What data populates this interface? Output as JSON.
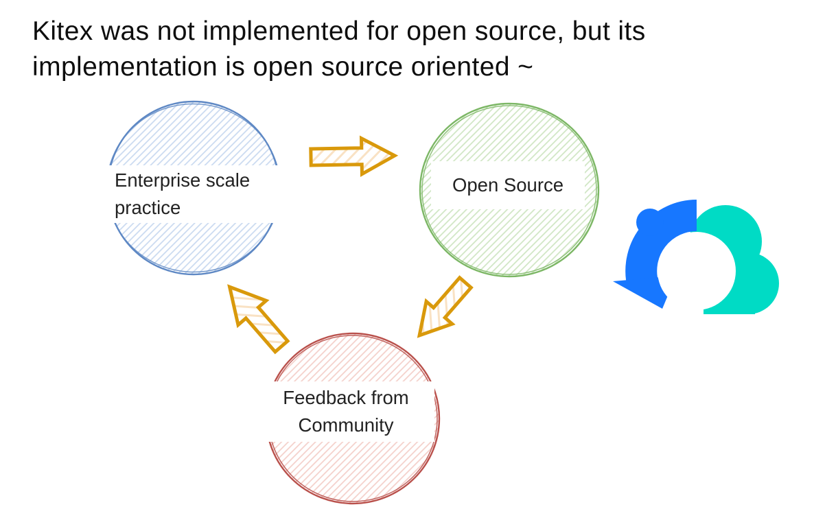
{
  "title": {
    "lines": [
      "Kitex was not implemented for open source, but its",
      "implementation is open source oriented ~"
    ]
  },
  "diagram": {
    "nodes": [
      {
        "id": "enterprise-scale-practice",
        "lines": [
          "Enterprise scale",
          "practice"
        ],
        "stroke_color": "#5E88C4",
        "hatch_color": "#C8D9F0"
      },
      {
        "id": "open-source",
        "lines": [
          "Open Source"
        ],
        "stroke_color": "#7CB765",
        "hatch_color": "#CEE5C2"
      },
      {
        "id": "feedback-from-community",
        "lines": [
          "Feedback from",
          "Community"
        ],
        "stroke_color": "#B9504B",
        "hatch_color": "#F4CFC9"
      }
    ],
    "arrows": [
      {
        "from": "enterprise-scale-practice",
        "to": "open-source"
      },
      {
        "from": "open-source",
        "to": "feedback-from-community"
      },
      {
        "from": "feedback-from-community",
        "to": "enterprise-scale-practice"
      }
    ],
    "arrow_color": "#D9990B",
    "arrow_hatch_color": "#F9E2C4"
  },
  "logo": {
    "name": "cloudwego-cloud-logo",
    "blue": "#1777FF",
    "teal": "#00DBC5"
  }
}
